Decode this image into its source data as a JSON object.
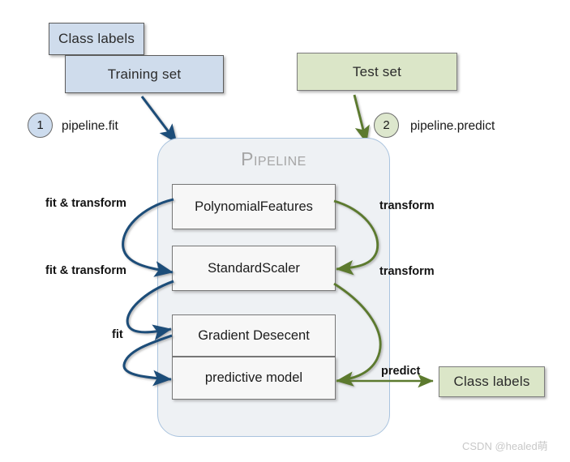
{
  "diagram": {
    "title": "Pipeline",
    "watermark": "CSDN @healed萌"
  },
  "inputs": {
    "class_labels_train": "Class labels",
    "training_set": "Training set",
    "test_set": "Test set"
  },
  "outputs": {
    "class_labels_predicted": "Class labels"
  },
  "steps": [
    {
      "number": "1",
      "label": "pipeline.fit"
    },
    {
      "number": "2",
      "label": "pipeline.predict"
    }
  ],
  "stages": [
    {
      "name": "PolynomialFeatures"
    },
    {
      "name": "StandardScaler"
    },
    {
      "name": "Gradient Desecent"
    },
    {
      "name": "predictive model"
    }
  ],
  "edge_labels": {
    "left": [
      "fit & transform",
      "fit & transform",
      "fit"
    ],
    "right": [
      "transform",
      "transform",
      "predict"
    ]
  },
  "colors": {
    "train_fill": "#cfdcec",
    "test_fill": "#dbe6c8",
    "pipeline_fill": "#eef1f4",
    "pipeline_border": "#a9c3de",
    "stage_fill": "#f7f7f7",
    "fit_arrow": "#1f4e79",
    "predict_arrow": "#5c7a2e",
    "title_color": "#a6a6a6"
  }
}
